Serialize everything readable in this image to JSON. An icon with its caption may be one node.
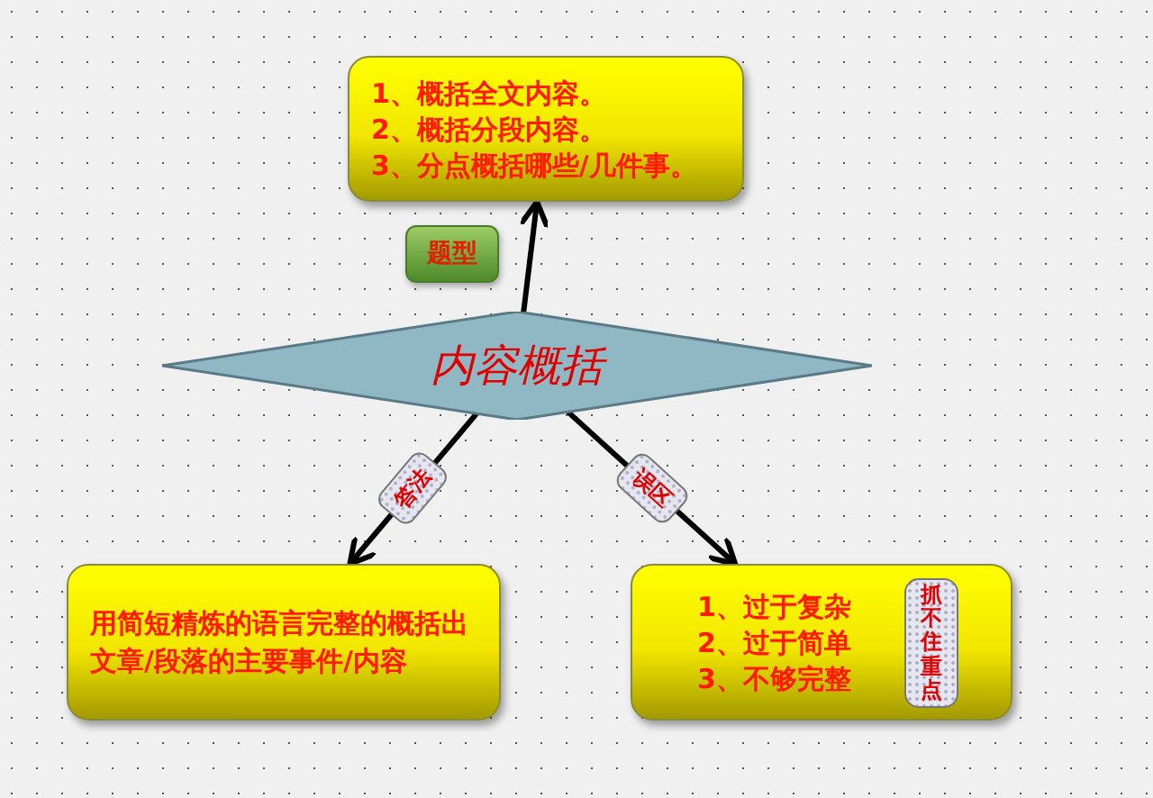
{
  "diagram": {
    "nodes": [
      {
        "text": [
          "1、概括全文内容。",
          "2、概括分段内容。",
          "3、分点概括哪些/几件事。"
        ]
      },
      {
        "text": [
          "题型"
        ]
      },
      {
        "text": [
          "内容概括"
        ]
      },
      {
        "text": [
          "用简短精炼的语言完整的概括出文章/段落的主要事件/内容"
        ]
      },
      {
        "text": [
          "1、过于复杂",
          "2、过于简单",
          "3、不够完整"
        ]
      },
      {
        "text": [
          "抓不住重点"
        ],
        "in": 4
      }
    ],
    "edges": [
      {
        "from": 2,
        "to": 0,
        "arrow": "to"
      },
      {
        "from": 2,
        "to": 3,
        "arrow": "to",
        "label": "答法"
      },
      {
        "from": 2,
        "to": 4,
        "arrow": "to",
        "label": "误区"
      }
    ]
  }
}
